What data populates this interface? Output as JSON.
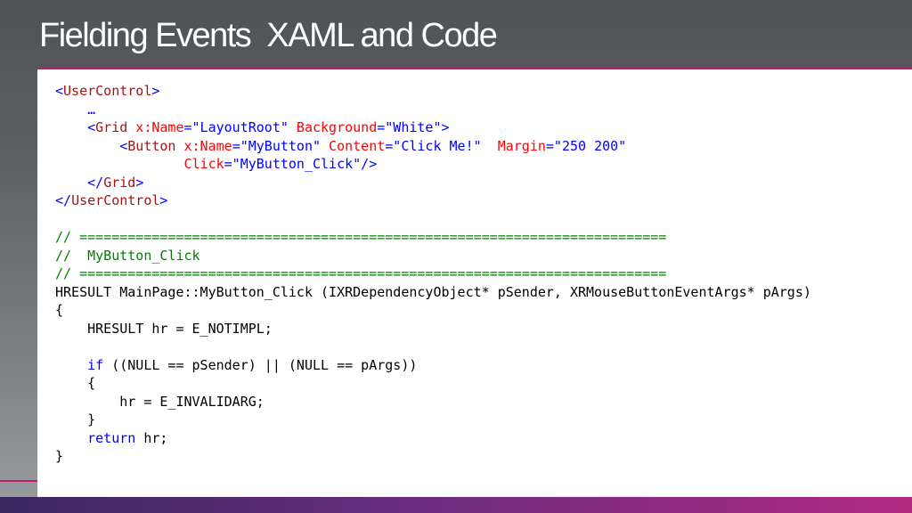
{
  "slide": {
    "title": "Fielding Events  XAML and Code"
  },
  "colors": {
    "accent": "#c01a6c",
    "xaml_tag": "#a31515",
    "xaml_bracket": "#0000ff",
    "xaml_attribute": "#ff0000",
    "xaml_value": "#0000ff",
    "comment": "#008000",
    "keyword": "#0000ff",
    "plain": "#000000"
  },
  "code": {
    "lines": [
      [
        {
          "t": "<",
          "k": "bracket"
        },
        {
          "t": "UserControl",
          "k": "tag"
        },
        {
          "t": ">",
          "k": "bracket"
        }
      ],
      [
        {
          "t": "    …",
          "k": "bracket"
        }
      ],
      [
        {
          "t": "    ",
          "k": "plain"
        },
        {
          "t": "<",
          "k": "bracket"
        },
        {
          "t": "Grid",
          "k": "tag"
        },
        {
          "t": " x:Name",
          "k": "attr"
        },
        {
          "t": "=\"LayoutRoot\"",
          "k": "value"
        },
        {
          "t": " Background",
          "k": "attr"
        },
        {
          "t": "=\"White\">",
          "k": "value"
        }
      ],
      [
        {
          "t": "        ",
          "k": "plain"
        },
        {
          "t": "<",
          "k": "bracket"
        },
        {
          "t": "Button",
          "k": "tag"
        },
        {
          "t": " x:Name",
          "k": "attr"
        },
        {
          "t": "=\"MyButton\"",
          "k": "value"
        },
        {
          "t": " Content",
          "k": "attr"
        },
        {
          "t": "=\"Click Me!\"",
          "k": "value"
        },
        {
          "t": "  Margin",
          "k": "attr"
        },
        {
          "t": "=\"250 200\"",
          "k": "value"
        }
      ],
      [
        {
          "t": "                ",
          "k": "plain"
        },
        {
          "t": "Click",
          "k": "attr"
        },
        {
          "t": "=\"MyButton_Click\"/>",
          "k": "value"
        }
      ],
      [
        {
          "t": "    ",
          "k": "plain"
        },
        {
          "t": "</",
          "k": "bracket"
        },
        {
          "t": "Grid",
          "k": "tag"
        },
        {
          "t": ">",
          "k": "bracket"
        }
      ],
      [
        {
          "t": "</",
          "k": "bracket"
        },
        {
          "t": "UserControl",
          "k": "tag"
        },
        {
          "t": ">",
          "k": "bracket"
        }
      ],
      [],
      [
        {
          "t": "// =========================================================================",
          "k": "comment"
        }
      ],
      [
        {
          "t": "//  MyButton_Click",
          "k": "comment"
        }
      ],
      [
        {
          "t": "// =========================================================================",
          "k": "comment"
        }
      ],
      [
        {
          "t": "HRESULT MainPage::MyButton_Click (IXRDependencyObject* pSender, XRMouseButtonEventArgs* pArgs)",
          "k": "plain"
        }
      ],
      [
        {
          "t": "{",
          "k": "plain"
        }
      ],
      [
        {
          "t": "    HRESULT hr = E_NOTIMPL;",
          "k": "plain"
        }
      ],
      [],
      [
        {
          "t": "    ",
          "k": "plain"
        },
        {
          "t": "if",
          "k": "keyword"
        },
        {
          "t": " ((NULL == pSender) || (NULL == pArgs))",
          "k": "plain"
        }
      ],
      [
        {
          "t": "    {",
          "k": "plain"
        }
      ],
      [
        {
          "t": "        hr = E_INVALIDARG;",
          "k": "plain"
        }
      ],
      [
        {
          "t": "    }",
          "k": "plain"
        }
      ],
      [
        {
          "t": "    ",
          "k": "plain"
        },
        {
          "t": "return",
          "k": "keyword"
        },
        {
          "t": " hr;",
          "k": "plain"
        }
      ],
      [
        {
          "t": "}",
          "k": "plain"
        }
      ]
    ]
  }
}
